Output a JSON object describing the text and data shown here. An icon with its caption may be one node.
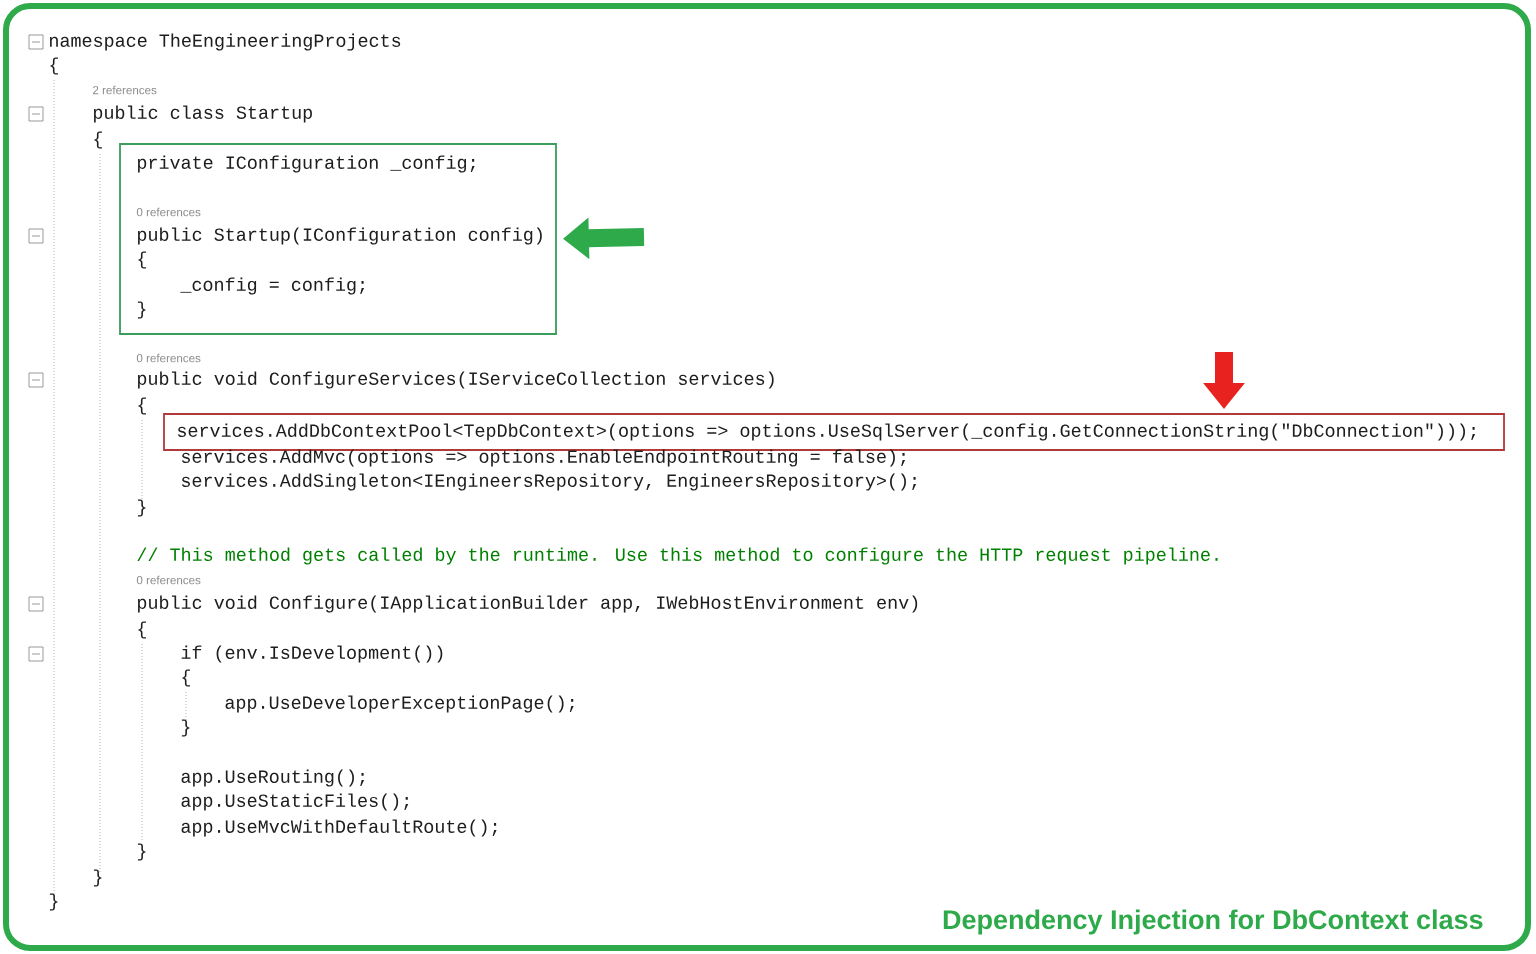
{
  "diagram": {
    "caption": "Dependency Injection for DbContext class",
    "nodes": [
      {
        "text": [
          "private IConfiguration _config;",
          "0 references",
          "public Startup(IConfiguration config)",
          "{",
          "_config = config;",
          "}"
        ]
      },
      {
        "text": [
          "services.AddDbContextPool<TepDbContext>(options => options.UseSqlServer(_config.GetConnectionString(\"DbConnection\")));"
        ]
      }
    ],
    "edges": [
      {
        "from": null,
        "to": 0,
        "arrow": "to",
        "color": "#2eaa4a"
      },
      {
        "from": null,
        "to": 1,
        "arrow": "to",
        "color": "#e8231f"
      }
    ],
    "labels": [
      "namespace TheEngineeringProjects",
      "{",
      "2 references",
      "public class Startup",
      "{",
      "0 references",
      "public void ConfigureServices(IServiceCollection services)",
      "{",
      "services.AddMvc(options => options.EnableEndpointRouting = false);",
      "services.AddSingleton<IEngineersRepository, EngineersRepository>();",
      "}",
      "// This method gets called by the runtime. Use this method to configure the HTTP request pipeline.",
      "0 references",
      "public void Configure(IApplicationBuilder app, IWebHostEnvironment env)",
      "{",
      "if (env.IsDevelopment())",
      "{",
      "app.UseDeveloperExceptionPage();",
      "}",
      "app.UseRouting();",
      "app.UseStaticFiles();",
      "app.UseMvcWithDefaultRoute();",
      "}",
      "}",
      "}"
    ]
  }
}
